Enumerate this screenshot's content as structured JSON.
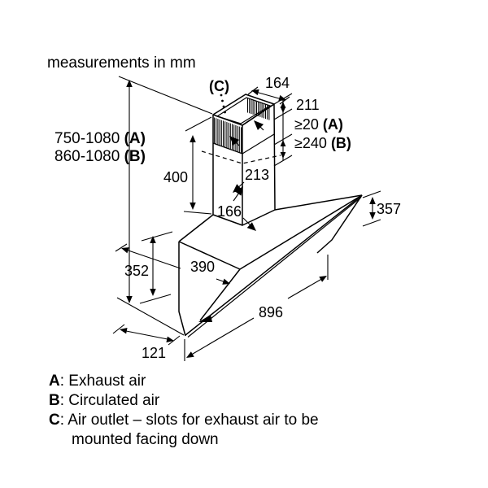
{
  "title": "measurements in mm",
  "colors": {
    "ink": "#000000",
    "background": "#ffffff"
  },
  "diagram": {
    "outlet_label": "(C)",
    "dims": {
      "chimney_top_width": "164",
      "chimney_top_height": "211",
      "clearance_exhaust": "≥20",
      "clearance_exhaust_key": "(A)",
      "clearance_recirc": "≥240",
      "clearance_recirc_key": "(B)",
      "mount_height_exhaust": "750-1080",
      "mount_height_exhaust_key": "(A)",
      "mount_height_recirc": "860-1080",
      "mount_height_recirc_key": "(B)",
      "chimney_height": "400",
      "duct_width": "213",
      "duct_depth": "166",
      "body_height": "352",
      "body_top_depth": "390",
      "screen_height": "357",
      "body_width": "896",
      "bottom_depth": "121"
    }
  },
  "legend": {
    "items": [
      {
        "key": "A",
        "text": ": Exhaust air"
      },
      {
        "key": "B",
        "text": ": Circulated air"
      },
      {
        "key": "C",
        "text": ": Air outlet – slots for exhaust air to be",
        "text2": "mounted facing down"
      }
    ]
  }
}
